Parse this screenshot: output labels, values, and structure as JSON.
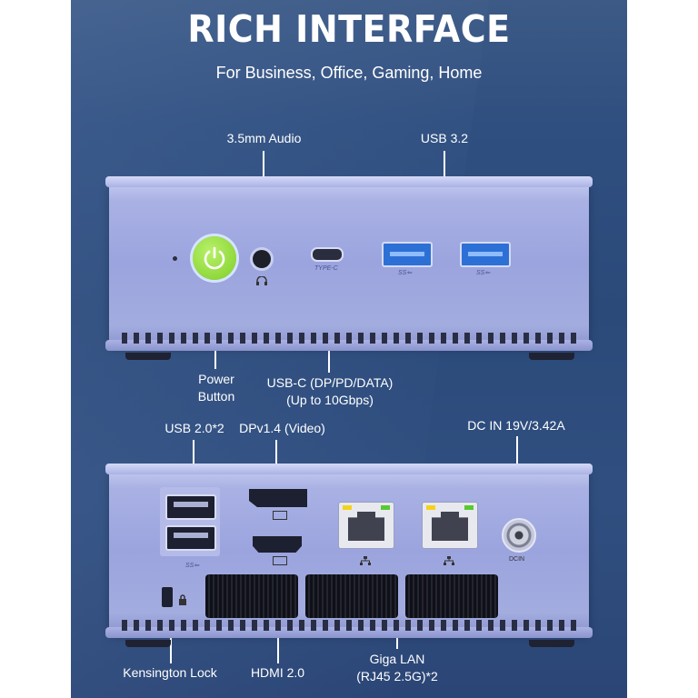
{
  "header": {
    "title": "RICH INTERFACE",
    "subtitle": "For Business, Office, Gaming, Home"
  },
  "front_labels": {
    "audio": "3.5mm Audio",
    "usb32": "USB 3.2",
    "power_line1": "Power",
    "power_line2": "Button",
    "usbc_line1": "USB-C (DP/PD/DATA)",
    "usbc_line2": "(Up to 10Gbps)"
  },
  "front_port_marks": {
    "typec": "TYPE-C",
    "ss1": "SS⇐",
    "ss2": "SS⇐"
  },
  "rear_labels": {
    "usb20": "USB 2.0*2",
    "dp": "DPv1.4 (Video)",
    "dcin": "DC IN 19V/3.42A",
    "kensington": "Kensington Lock",
    "hdmi": "HDMI 2.0",
    "lan_line1": "Giga LAN",
    "lan_line2": "(RJ45 2.5G)*2"
  },
  "rear_port_marks": {
    "ss": "SS⇐",
    "dcin": "DCIN"
  },
  "colors": {
    "background": "#2f4f80",
    "device": "#a3acdf",
    "power_button": "#7fcf28",
    "usb3_port": "#2c70d6"
  },
  "icons": [
    "power-icon",
    "headphone-icon",
    "lock-icon",
    "network-icon",
    "dp-icon",
    "hdmi-icon"
  ]
}
